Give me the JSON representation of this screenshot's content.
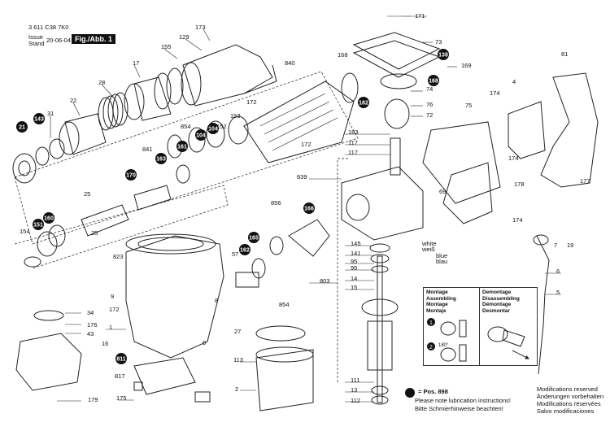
{
  "header": {
    "doc_id": "3 611 C38 7K0",
    "issue_label": "Issue",
    "stand_label": "Stand",
    "date": "20-06-04",
    "figure_tag": "Fig./Abb. 1"
  },
  "callouts": [
    {
      "text": "173"
    },
    {
      "text": "129"
    },
    {
      "text": "155"
    },
    {
      "text": "17"
    },
    {
      "text": "28"
    },
    {
      "text": "22"
    },
    {
      "text": "31"
    },
    {
      "text": "840"
    },
    {
      "text": "168"
    },
    {
      "text": "171"
    },
    {
      "text": "73"
    },
    {
      "text": "169"
    },
    {
      "text": "74"
    },
    {
      "text": "76"
    },
    {
      "text": "72"
    },
    {
      "text": "81"
    },
    {
      "text": "4"
    },
    {
      "text": "75"
    },
    {
      "text": "172"
    },
    {
      "text": "854"
    },
    {
      "text": "153"
    },
    {
      "text": "152"
    },
    {
      "text": "841"
    },
    {
      "text": "172"
    },
    {
      "text": "183"
    },
    {
      "text": "117"
    },
    {
      "text": "117"
    },
    {
      "text": "839"
    },
    {
      "text": "69"
    },
    {
      "text": "174"
    },
    {
      "text": "174"
    },
    {
      "text": "178"
    },
    {
      "text": "177"
    },
    {
      "text": "25"
    },
    {
      "text": "856"
    },
    {
      "text": "174"
    },
    {
      "text": "7"
    },
    {
      "text": "19"
    },
    {
      "text": "25"
    },
    {
      "text": "154"
    },
    {
      "text": "823"
    },
    {
      "text": "145"
    },
    {
      "text": "141"
    },
    {
      "text": "95"
    },
    {
      "text": "95"
    },
    {
      "text": "57"
    },
    {
      "text": "803"
    },
    {
      "text": "14"
    },
    {
      "text": "15"
    },
    {
      "text": "6"
    },
    {
      "text": "5"
    },
    {
      "text": "9"
    },
    {
      "text": "172"
    },
    {
      "text": "8"
    },
    {
      "text": "34"
    },
    {
      "text": "176"
    },
    {
      "text": "43"
    },
    {
      "text": "1"
    },
    {
      "text": "854"
    },
    {
      "text": "27"
    },
    {
      "text": "9"
    },
    {
      "text": "16"
    },
    {
      "text": "113"
    },
    {
      "text": "817"
    },
    {
      "text": "2"
    },
    {
      "text": "175"
    },
    {
      "text": "179"
    },
    {
      "text": "111"
    },
    {
      "text": "13"
    },
    {
      "text": "112"
    }
  ],
  "black_callouts": [
    {
      "text": "21"
    },
    {
      "text": "143"
    },
    {
      "text": "170"
    },
    {
      "text": "163"
    },
    {
      "text": "161"
    },
    {
      "text": "104"
    },
    {
      "text": "104"
    },
    {
      "text": "151"
    },
    {
      "text": "160"
    },
    {
      "text": "166"
    },
    {
      "text": "165"
    },
    {
      "text": "162"
    },
    {
      "text": "138"
    },
    {
      "text": "168"
    },
    {
      "text": "182"
    },
    {
      "text": "811"
    }
  ],
  "wire_labels": {
    "white": "white",
    "weiß": "weiß",
    "blue": "blue",
    "blau": "blau"
  },
  "assembly": {
    "title": [
      "Montage",
      "Assembling",
      "Montage",
      "Montaje"
    ],
    "step1": "1",
    "step2": "2",
    "angle": "180°"
  },
  "disassembly": {
    "title": [
      "Demontage",
      "Disassembling",
      "Démontage",
      "Desmontar"
    ]
  },
  "pos_note": {
    "label": "= Pos. 898",
    "line1": "Please note lubrication instructions!",
    "line2": "Bitte Schmierhinweise beachten!"
  },
  "modifications": [
    "Modifications reserved",
    "Änderungen vorbehalten",
    "Modifications réservées",
    "Salvo modificaciones"
  ]
}
